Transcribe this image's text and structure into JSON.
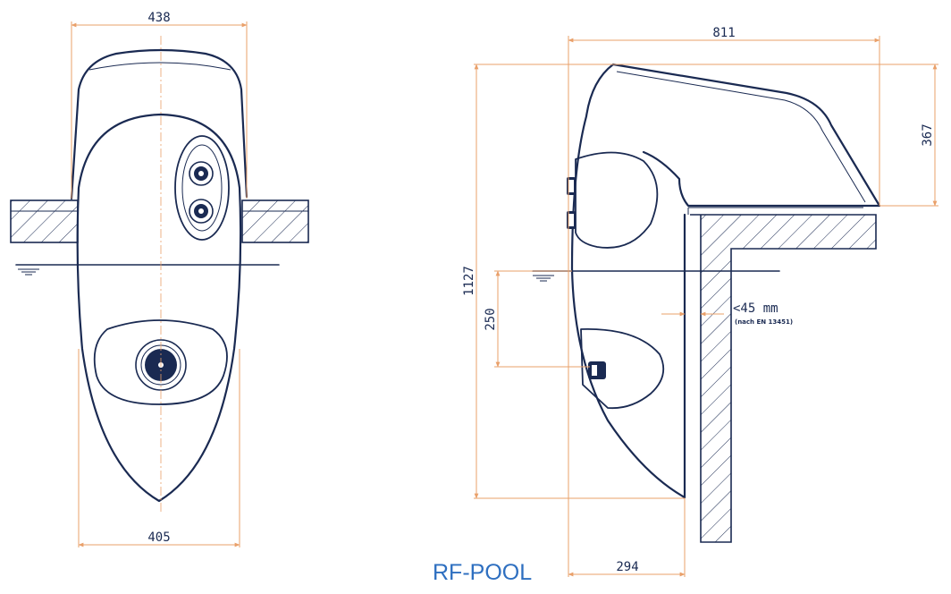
{
  "brand": "RF-POOL",
  "front_view": {
    "dim_top_width": "438",
    "dim_bottom_width": "405"
  },
  "side_view": {
    "dim_total_width": "811",
    "dim_lid_height": "367",
    "dim_total_height": "1127",
    "dim_inlet_depth": "250",
    "dim_wall_gap": "<45 mm",
    "dim_wall_gap_note": "(nach EN 13451)",
    "dim_bottom_depth": "294"
  },
  "colors": {
    "outline": "#1a2a52",
    "dimension": "#e9a06a",
    "brand": "#2e6fc0"
  }
}
